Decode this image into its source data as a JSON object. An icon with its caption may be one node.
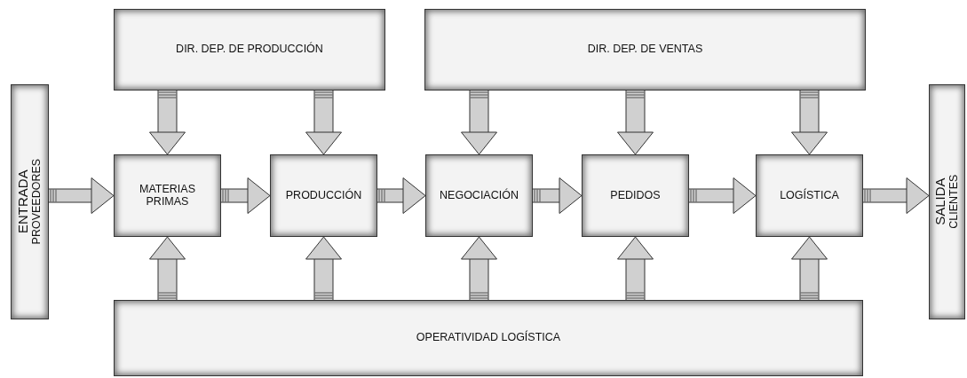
{
  "diagram": {
    "nodes": [
      {
        "text": [
          "DIR. DEP. DE PRODUCCIÓN"
        ]
      },
      {
        "text": [
          "DIR. DEP. DE VENTAS"
        ]
      },
      {
        "text": [
          "ENTRADA",
          "PROVEEDORES"
        ]
      },
      {
        "text": [
          "MATERIAS PRIMAS"
        ]
      },
      {
        "text": [
          "PRODUCCIÓN"
        ]
      },
      {
        "text": [
          "NEGOCIACIÓN"
        ]
      },
      {
        "text": [
          "PEDIDOS"
        ]
      },
      {
        "text": [
          "LOGÍSTICA"
        ]
      },
      {
        "text": [
          "SALIDA",
          "CLIENTES"
        ]
      },
      {
        "text": [
          "OPERATIVIDAD LOGÍSTICA"
        ]
      }
    ],
    "edges": [
      {
        "from": 0,
        "to": 3,
        "arrow": "to"
      },
      {
        "from": 0,
        "to": 4,
        "arrow": "to"
      },
      {
        "from": 1,
        "to": 5,
        "arrow": "to"
      },
      {
        "from": 1,
        "to": 6,
        "arrow": "to"
      },
      {
        "from": 1,
        "to": 7,
        "arrow": "to"
      },
      {
        "from": 2,
        "to": 3,
        "arrow": "to"
      },
      {
        "from": 3,
        "to": 4,
        "arrow": "to"
      },
      {
        "from": 4,
        "to": 5,
        "arrow": "to"
      },
      {
        "from": 5,
        "to": 6,
        "arrow": "to"
      },
      {
        "from": 6,
        "to": 7,
        "arrow": "to"
      },
      {
        "from": 7,
        "to": 8,
        "arrow": "to"
      },
      {
        "from": 9,
        "to": 3,
        "arrow": "to"
      },
      {
        "from": 9,
        "to": 4,
        "arrow": "to"
      },
      {
        "from": 9,
        "to": 5,
        "arrow": "to"
      },
      {
        "from": 9,
        "to": 6,
        "arrow": "to"
      },
      {
        "from": 9,
        "to": 7,
        "arrow": "to"
      }
    ]
  }
}
